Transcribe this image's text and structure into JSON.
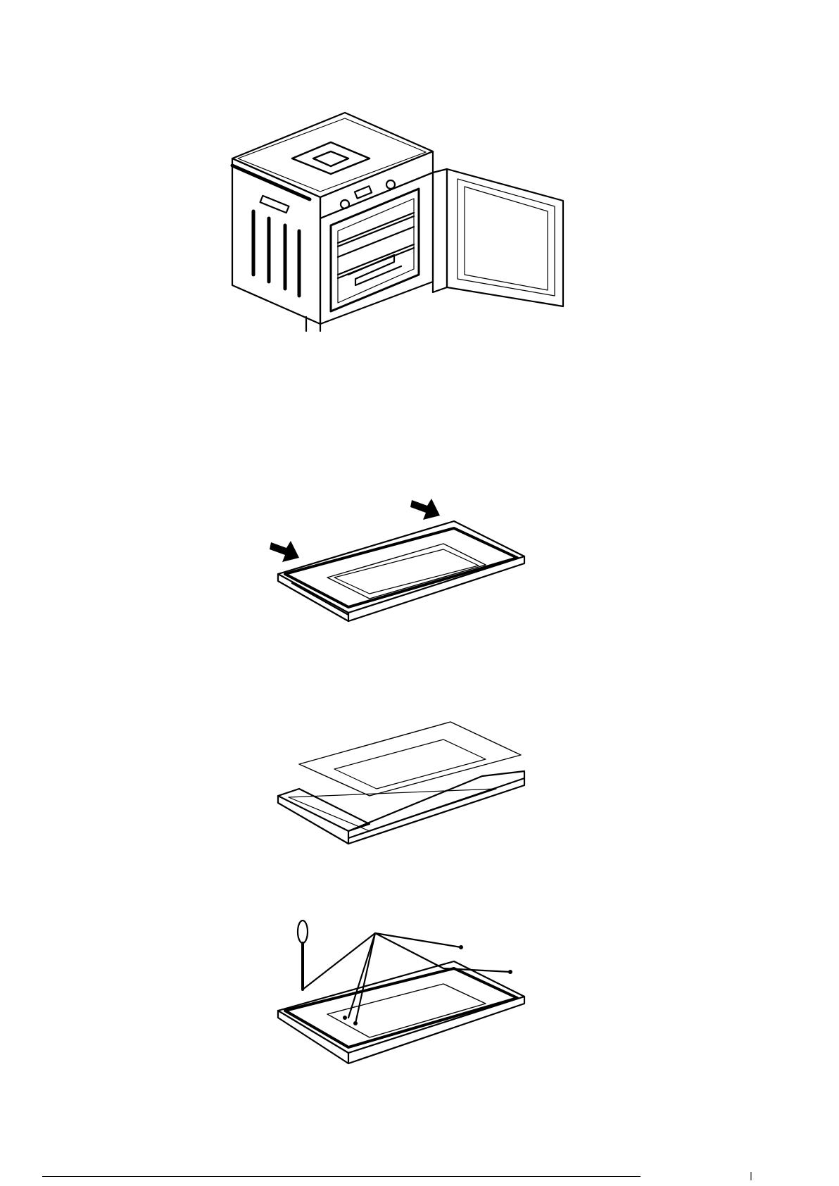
{
  "page": {
    "background": "#ffffff",
    "line_color": "#000000"
  },
  "figures": [
    {
      "icon": "oven-open-door-illustration"
    },
    {
      "icon": "door-panel-press-arrows-illustration"
    },
    {
      "icon": "door-glass-removal-illustration"
    },
    {
      "icon": "door-screws-screwdriver-illustration"
    }
  ]
}
